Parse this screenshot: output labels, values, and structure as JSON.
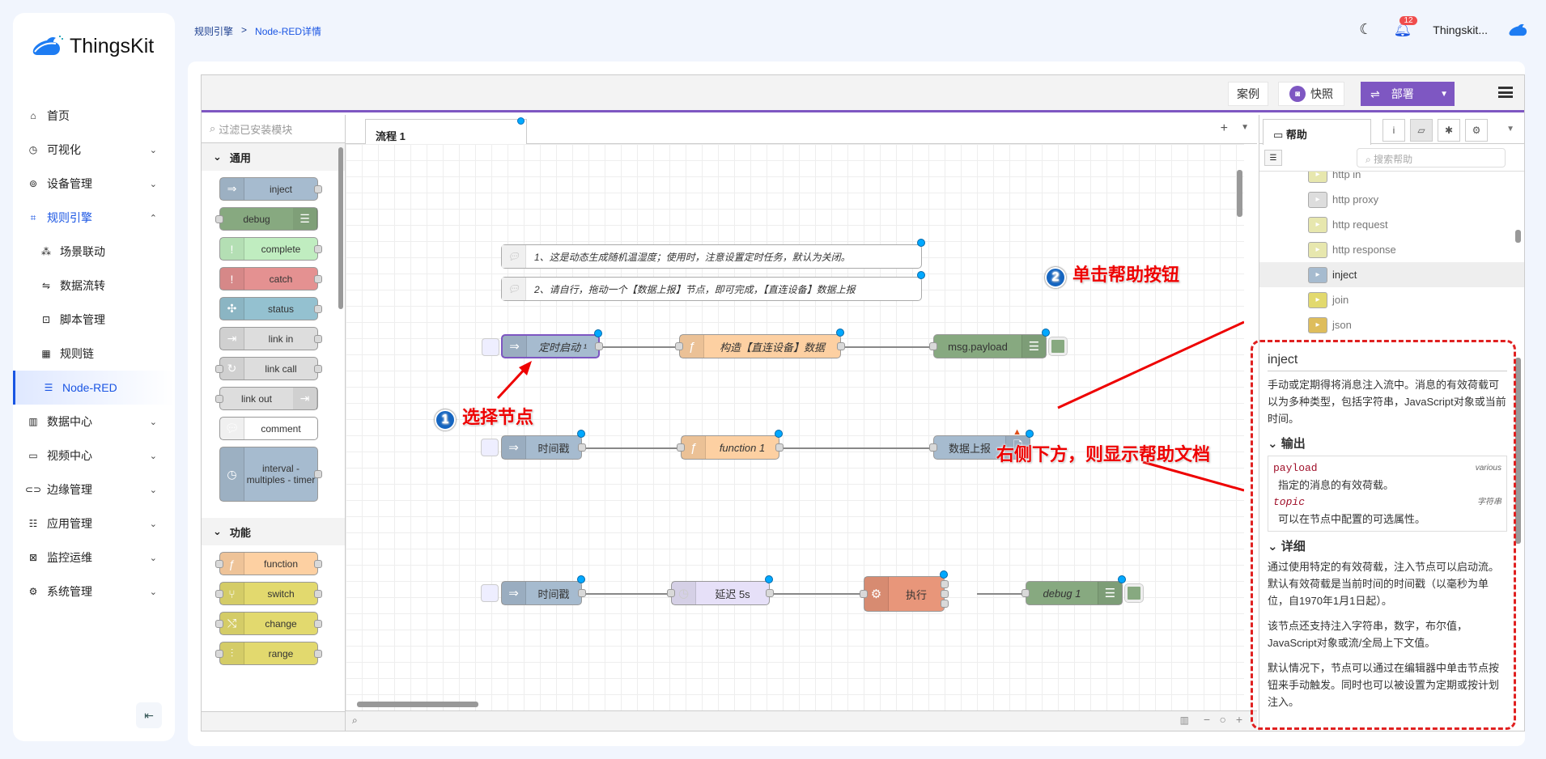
{
  "app": {
    "name": "ThingsKit"
  },
  "breadcrumb": [
    "规则引擎",
    "Node-RED详情"
  ],
  "topbar": {
    "user": "Thingskit...",
    "notification_count": "12",
    "theme_icon": "moon-icon",
    "bell_icon": "bell-icon"
  },
  "sidebar": {
    "items": [
      {
        "label": "首页",
        "icon": "home-icon"
      },
      {
        "label": "可视化",
        "icon": "dashboard-icon",
        "expandable": true
      },
      {
        "label": "设备管理",
        "icon": "device-icon",
        "expandable": true
      },
      {
        "label": "规则引擎",
        "icon": "rule-icon",
        "expanded": true,
        "active": true
      },
      {
        "label": "场景联动",
        "icon": "scene-icon",
        "sub": true
      },
      {
        "label": "数据流转",
        "icon": "flow-icon",
        "sub": true
      },
      {
        "label": "脚本管理",
        "icon": "script-icon",
        "sub": true
      },
      {
        "label": "规则链",
        "icon": "chain-icon",
        "sub": true
      },
      {
        "label": "Node-RED",
        "icon": "list-icon",
        "sub": true,
        "selected": true
      },
      {
        "label": "数据中心",
        "icon": "chart-icon",
        "expandable": true
      },
      {
        "label": "视频中心",
        "icon": "video-icon",
        "expandable": true
      },
      {
        "label": "边缘管理",
        "icon": "edge-icon",
        "expandable": true
      },
      {
        "label": "应用管理",
        "icon": "app-icon",
        "expandable": true
      },
      {
        "label": "监控运维",
        "icon": "monitor-icon",
        "expandable": true
      },
      {
        "label": "系统管理",
        "icon": "settings-icon",
        "expandable": true
      }
    ]
  },
  "nodered": {
    "header": {
      "examples": "案例",
      "snapshot": "快照",
      "deploy": "部署"
    },
    "palette": {
      "search_placeholder": "过滤已安装模块",
      "cat_common": "通用",
      "common_nodes": [
        "inject",
        "debug",
        "complete",
        "catch",
        "status",
        "link in",
        "link call",
        "link out",
        "comment",
        "interval - multiples - timer"
      ],
      "cat_function": "功能",
      "function_nodes": [
        "function",
        "switch",
        "change",
        "range"
      ]
    },
    "workspace": {
      "tab": "流程 1",
      "comments": [
        "1、这是动态生成随机温湿度；使用时，注意设置定时任务，默认为关闭。",
        "2、请自行，拖动一个【数据上报】节点，即可完成，【直连设备】数据上报"
      ],
      "flow1": [
        "定时启动 ¹",
        "构造【直连设备】数据",
        "msg.payload"
      ],
      "flow2": [
        "时间戳",
        "function 1",
        "数据上报"
      ],
      "flow3": [
        "时间戳",
        "延迟 5s",
        "执行",
        "debug 1"
      ]
    },
    "annotations": {
      "step1": "选择节点",
      "step1_num": "1",
      "step2": "单击帮助按钮",
      "step2_num": "2",
      "step3": "右侧下方，则显示帮助文档"
    },
    "help": {
      "tab": "帮助",
      "search_placeholder": "搜索帮助",
      "list": [
        "http in",
        "http proxy",
        "http request",
        "http response",
        "inject",
        "join",
        "json"
      ],
      "doc": {
        "title": "inject",
        "intro": "手动或定期得将消息注入流中。消息的有效荷载可以为多种类型，包括字符串，JavaScript对象或当前时间。",
        "outputs_title": "输出",
        "props": [
          {
            "name": "payload",
            "type": "various",
            "desc": "指定的消息的有效荷载。"
          },
          {
            "name": "topic",
            "type": "字符串",
            "desc": "可以在节点中配置的可选属性。"
          }
        ],
        "details_title": "详细",
        "details": [
          "通过使用特定的有效荷载，注入节点可以启动流。默认有效荷载是当前时间的时间戳（以毫秒为单位，自1970年1月1日起）。",
          "该节点还支持注入字符串，数字，布尔值，JavaScript对象或流/全局上下文值。",
          "默认情况下，节点可以通过在编辑器中单击节点按钮来手动触发。同时也可以被设置为定期或按计划注入。"
        ]
      }
    }
  }
}
